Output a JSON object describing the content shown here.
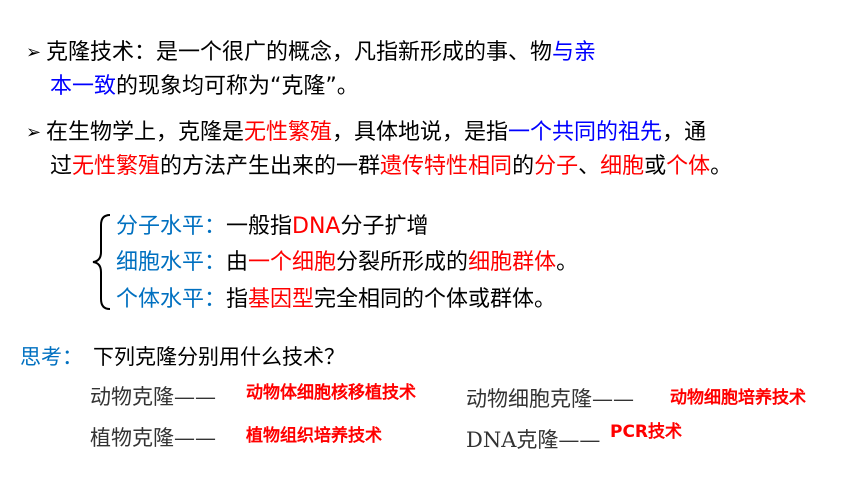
{
  "p1": {
    "bullet": "➢",
    "l1a": "克隆技术：是一个很广的概念，凡指新形成的事、物",
    "l1b": "与亲",
    "l2a": "本一致",
    "l2b": "的现象均可称为“克隆”。"
  },
  "p2": {
    "bullet": "➢",
    "a": "在生物学上，克隆是",
    "b": "无性繁殖",
    "c": "，具体地说，是指",
    "d": "一个共同的祖先",
    "e": "，通",
    "f": "过",
    "g": "无性繁殖",
    "h": "的方法产生出来的一群",
    "i": "遗传特性相同",
    "j": "的",
    "k": "分子",
    "l": "、",
    "m": "细胞",
    "n": "或",
    "o": "个体",
    "p": "。"
  },
  "levels": {
    "mol_label": "分子水平：",
    "mol_a": "一般指",
    "mol_b": "DNA",
    "mol_c": "分子扩增",
    "cell_label": "细胞水平：",
    "cell_a": "由",
    "cell_b": "一个细胞",
    "cell_c": "分裂所形成的",
    "cell_d": "细胞群体",
    "cell_e": "。",
    "ind_label": "个体水平：",
    "ind_a": "指",
    "ind_b": "基因型",
    "ind_c": "完全相同的个体或群体。"
  },
  "think": {
    "label": "思考：",
    "question": "下列克隆分别用什么技术？",
    "animal": "动物克隆——",
    "animal_ans": "动物体细胞核移植技术",
    "animal_cell": "动物细胞克隆——",
    "animal_cell_ans": "动物细胞培养技术",
    "plant": "植物克隆——",
    "plant_ans": "植物组织培养技术",
    "dna": "DNA克隆——",
    "dna_ans": "PCR技术"
  },
  "colors": {
    "red": "#ff0000",
    "blue": "#0000ff",
    "teal": "#0070c0"
  }
}
